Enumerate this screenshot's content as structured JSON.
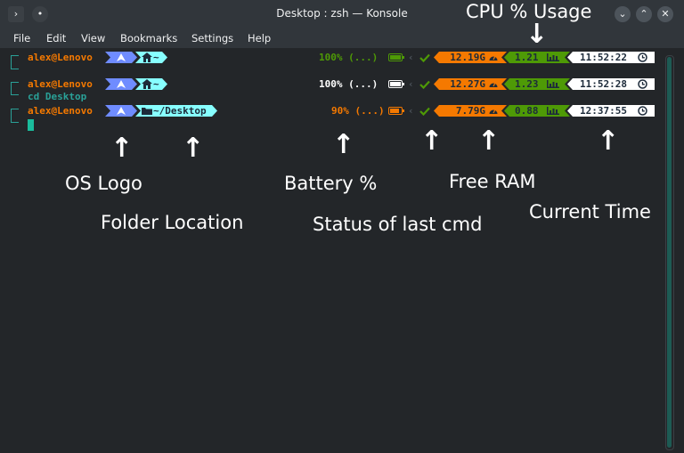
{
  "window": {
    "title": "Desktop : zsh — Konsole"
  },
  "menu": [
    "File",
    "Edit",
    "View",
    "Bookmarks",
    "Settings",
    "Help"
  ],
  "prompts": [
    {
      "user": "alex@Lenovo",
      "path": "~",
      "battery": "100% (...)",
      "ram": "12.19G",
      "cpu": "1.21",
      "time": "11:52:22",
      "battery_color": "#4e9a06"
    },
    {
      "user": "alex@Lenovo",
      "path": "~",
      "command": "cd Desktop",
      "battery": "100% (...)",
      "ram": "12.27G",
      "cpu": "1.23",
      "time": "11:52:28",
      "battery_color": "#ffffff"
    },
    {
      "user": "alex@Lenovo",
      "path": "~/Desktop",
      "battery": "90% (...)",
      "ram": "7.79G",
      "cpu": "0.88",
      "time": "12:37:55",
      "battery_color": "#f57900"
    }
  ],
  "annotations": {
    "cpu_usage": "CPU % Usage",
    "os_logo": "OS Logo",
    "folder_location": "Folder Location",
    "battery": "Battery %",
    "status": "Status of last cmd",
    "free_ram": "Free RAM",
    "current_time": "Current Time"
  },
  "icons": {
    "os_logo": "arch-linux-icon",
    "home": "home-icon",
    "folder": "folder-icon",
    "battery": "battery-icon",
    "status": "check-icon",
    "ram": "gauge-icon",
    "cpu": "bar-chart-icon",
    "time": "clock-icon"
  },
  "colors": {
    "terminal_bg": "#232629",
    "user": "#f57900",
    "os_segment": "#6f8cff",
    "path_segment": "#87ffff",
    "ram_segment": "#f57900",
    "cpu_segment": "#4e9a06",
    "time_segment": "#ffffff",
    "success": "#4e9a06"
  }
}
